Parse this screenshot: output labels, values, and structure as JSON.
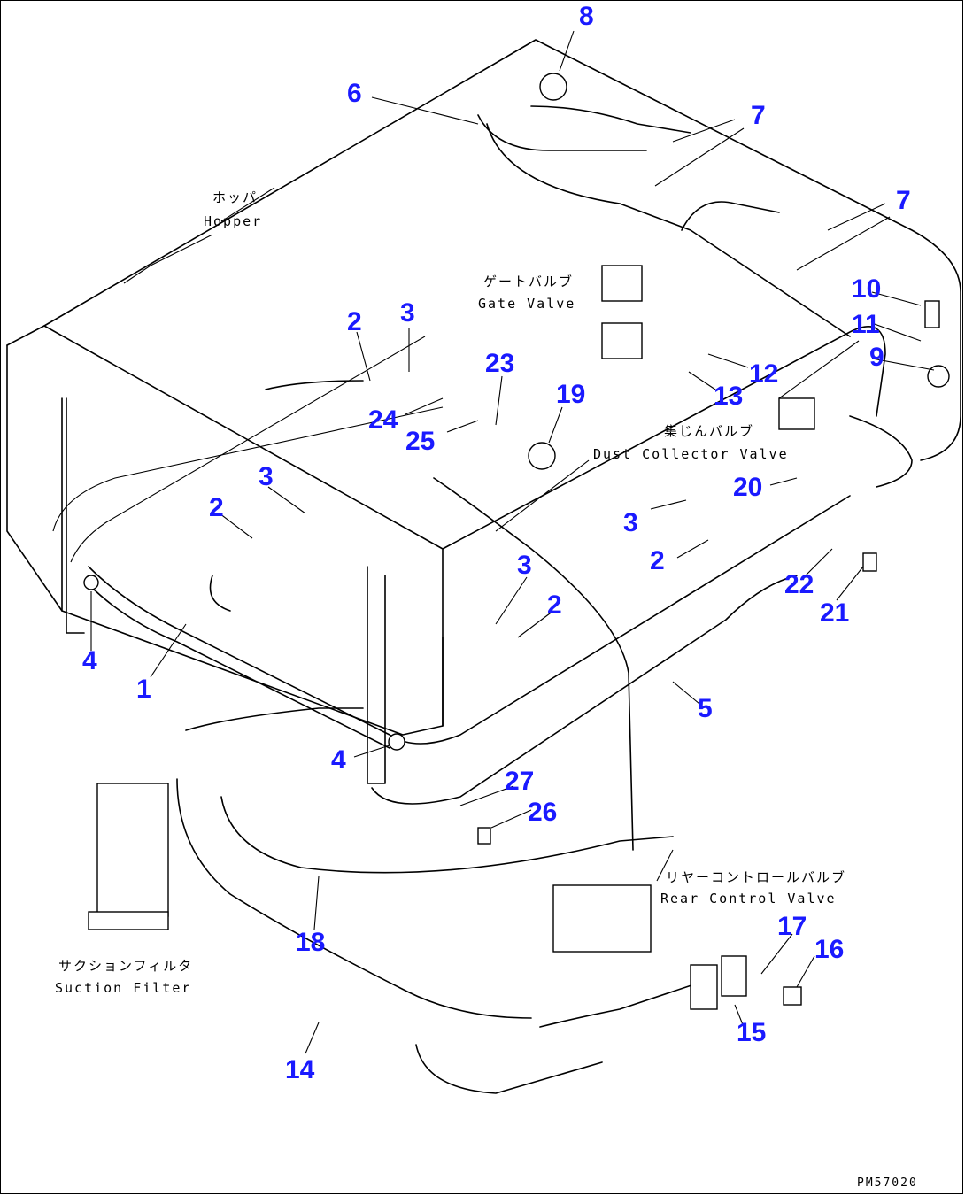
{
  "labels": {
    "hopper_jp": "ホッパ",
    "hopper_en": "Hopper",
    "gate_valve_jp": "ゲートバルブ",
    "gate_valve_en": "Gate Valve",
    "dust_valve_jp": "集じんバルブ",
    "dust_valve_en": "Dust Collector Valve",
    "rear_valve_jp": "リヤーコントロールバルブ",
    "rear_valve_en": "Rear Control Valve",
    "suction_jp": "サクションフィルタ",
    "suction_en": "Suction Filter"
  },
  "drawing_code": "PM57020",
  "callouts": {
    "c8": "8",
    "c6": "6",
    "c7a": "7",
    "c7b": "7",
    "c10": "10",
    "c11": "11",
    "c9": "9",
    "c12": "12",
    "c13": "13",
    "c2a": "2",
    "c3a": "3",
    "c23": "23",
    "c19": "19",
    "c24": "24",
    "c25": "25",
    "c20": "20",
    "c3b": "3",
    "c2b": "2",
    "c3c": "3",
    "c2c": "2",
    "c22": "22",
    "c21": "21",
    "c3d": "3",
    "c2d": "2",
    "c4a": "4",
    "c1": "1",
    "c5": "5",
    "c4b": "4",
    "c27": "27",
    "c26": "26",
    "c18": "18",
    "c17": "17",
    "c16": "16",
    "c15": "15",
    "c14": "14"
  }
}
